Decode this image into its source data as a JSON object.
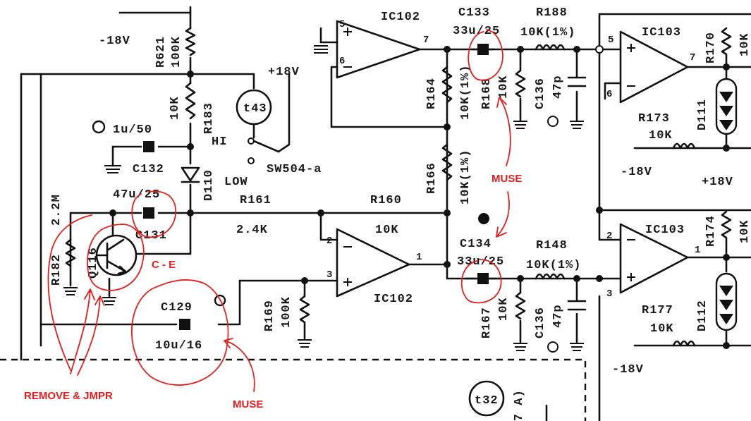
{
  "labels": {
    "ic102_top": "IC102",
    "ic102_bot": "IC102",
    "ic103_top": "IC103",
    "ic103_bot": "IC103",
    "c133": "C133",
    "c133_val": "33u/25",
    "r188": "R188",
    "r188_val": "10K(1%)",
    "r621": "R621",
    "r621_val": "100K",
    "neg18_top": "-18V",
    "pos18_mid": "+18V",
    "r164": "R164",
    "r164_val": "10K(1%)",
    "r168": "R168",
    "r168_val": "10K",
    "c136_top": "C136",
    "c136_top_val": "47p",
    "r170": "R170",
    "r170_val": "10K",
    "r183": "R183",
    "r183_val": "10K",
    "t43": "t43",
    "hi": "HI",
    "sw": "SW504-a",
    "low": "LOW",
    "c1u": "1u/50",
    "c132": "C132",
    "c132_val": "47u/25",
    "d110": "D110",
    "r166": "R166",
    "r166_val": "10K(1%)",
    "r173": "R173",
    "r173_val": "10K",
    "d111": "D111",
    "neg18_r": "-18V",
    "pos18_r": "+18V",
    "r161": "R161",
    "r161_val": "2.4K",
    "r160": "R160",
    "r160_val": "10K",
    "r182": "R182",
    "r182_val": "2.2M",
    "q116": "Q116",
    "c131": "C131",
    "c134": "C134",
    "c134_val": "33u/25",
    "r148": "R148",
    "r148_val": "10K(1%)",
    "r174": "R174",
    "r174_val": "10K",
    "c129": "C129",
    "c129_val": "10u/16",
    "r169": "R169",
    "r169_val": "100K",
    "r167": "R167",
    "r167_val": "10K",
    "c136_bot": "C136",
    "c136_bot_val": "47p",
    "r177": "R177",
    "r177_val": "10K",
    "d112": "D112",
    "neg18_br": "-18V",
    "t32": "t32",
    "corner_partial": "7 A)"
  },
  "pins": {
    "ic102a_p5": "5",
    "ic102a_p6": "6",
    "ic102a_p7": "7",
    "ic102b_p2": "2",
    "ic102b_p3": "3",
    "ic102b_p1": "1",
    "ic103a_p5": "5",
    "ic103a_p6": "6",
    "ic103a_p7": "7",
    "ic103b_p2": "2",
    "ic103b_p3": "3",
    "ic103b_p1": "1"
  },
  "annotations": {
    "muse_top": "MUSE",
    "muse_bottom": "MUSE",
    "ce": "C - E",
    "remove": "REMOVE & JMPR"
  },
  "colors": {
    "ink": "#111111",
    "annotation": "#e02020",
    "paper": "#ffffff"
  }
}
